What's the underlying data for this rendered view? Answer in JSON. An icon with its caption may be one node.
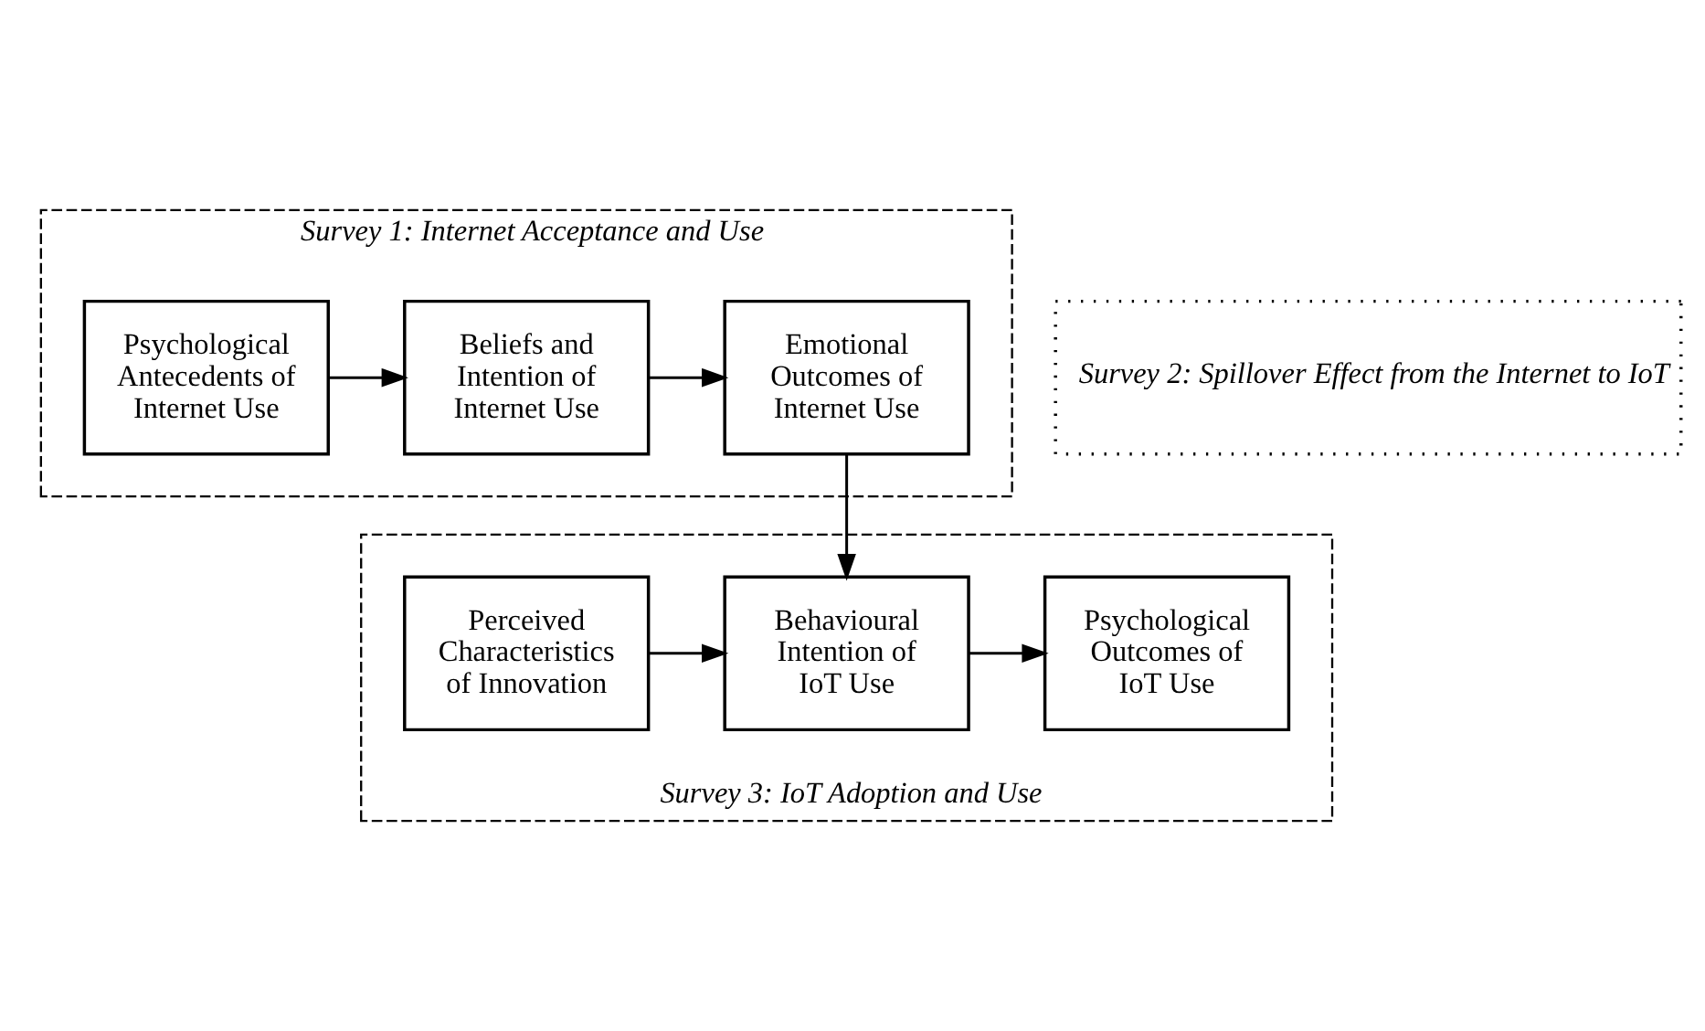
{
  "diagram": {
    "nodes": [
      {
        "text": [
          "Survey 1: Internet Acceptance and Use"
        ]
      },
      {
        "text": [
          "Psychological Antecedents of Internet Use"
        ],
        "in": 0
      },
      {
        "text": [
          "Beliefs and Intention of Internet Use"
        ],
        "in": 0
      },
      {
        "text": [
          "Emotional Outcomes of Internet Use"
        ],
        "in": 0
      },
      {
        "text": [
          "Survey 2: Spillover Effect from the Internet to IoT"
        ]
      },
      {
        "text": [
          "Survey 3: IoT Adoption and Use"
        ]
      },
      {
        "text": [
          "Perceived Characteristics of Innovation"
        ],
        "in": 5
      },
      {
        "text": [
          "Behavioural Intention of IoT Use"
        ],
        "in": 5
      },
      {
        "text": [
          "Psychological Outcomes of IoT Use"
        ],
        "in": 5
      }
    ],
    "edges": [
      {
        "from": 1,
        "to": 2,
        "arrow": "to"
      },
      {
        "from": 2,
        "to": 3,
        "arrow": "to"
      },
      {
        "from": 3,
        "to": 7,
        "arrow": "to"
      },
      {
        "from": 6,
        "to": 7,
        "arrow": "to"
      },
      {
        "from": 7,
        "to": 8,
        "arrow": "to"
      }
    ]
  }
}
